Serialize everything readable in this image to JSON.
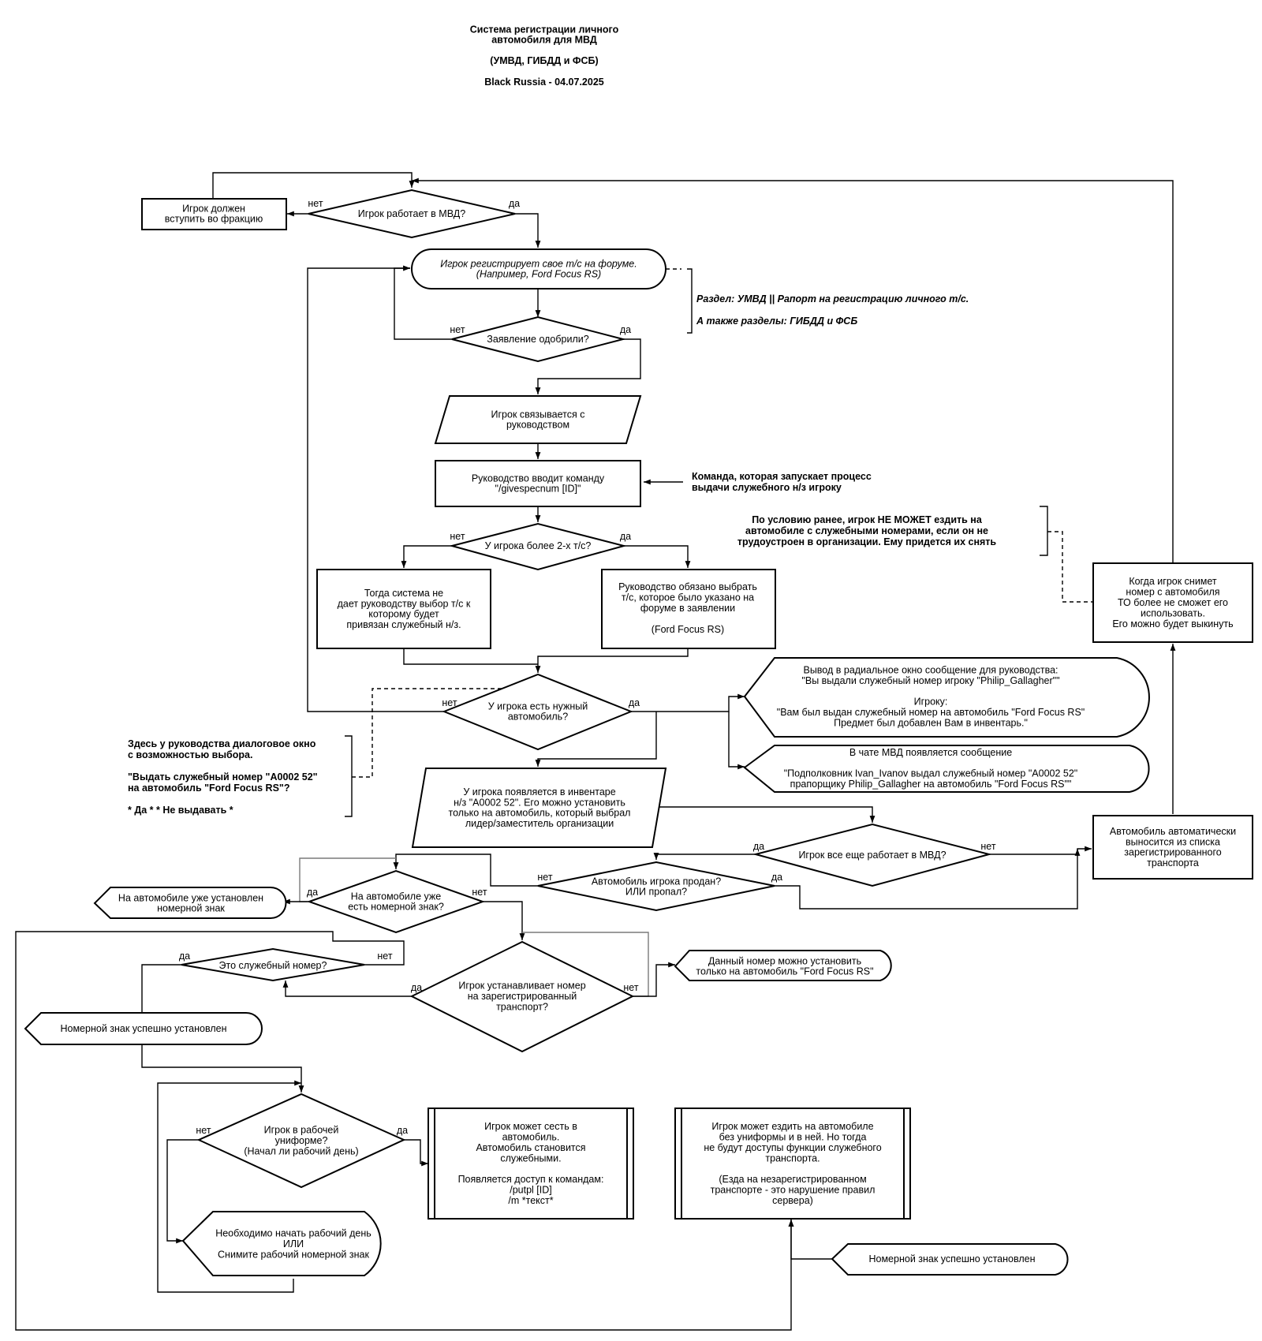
{
  "title": {
    "lines": [
      "Система регистрации личного",
      "автомобиля для МВД"
    ],
    "subtitle": "(УМВД, ГИБДД и ФСБ)",
    "footer": "Black Russia - 04.07.2025"
  },
  "nodes": {
    "d_mvd": {
      "lines": [
        "Игрок работает в МВД?"
      ]
    },
    "must_join": {
      "lines": [
        "Игрок должен",
        "вступить во фракцию"
      ]
    },
    "forum_reg": {
      "lines": [
        "Игрок регистрирует свое т/с на форуме.",
        "(Например, Ford Focus RS)"
      ]
    },
    "d_approved": {
      "lines": [
        "Заявление одобрили?"
      ]
    },
    "contact": {
      "lines": [
        "Игрок связывается с",
        "руководством"
      ]
    },
    "command": {
      "lines": [
        "Руководство вводит команду",
        "\"/givespecnum [ID]\""
      ]
    },
    "d_two_cars": {
      "lines": [
        "У игрока более 2-х т/с?"
      ]
    },
    "no_choice": {
      "lines": [
        "Тогда система не",
        "дает руководству выбор т/с к",
        "которому будет",
        "привязан служебный н/з."
      ]
    },
    "must_choose": {
      "lines": [
        "Руководство обязано выбрать",
        "т/с, которое было указано на",
        "форуме в заявлении",
        "",
        "(Ford Focus RS)"
      ]
    },
    "d_needed_car": {
      "lines": [
        "У игрока есть нужный",
        "автомобиль?"
      ]
    },
    "radial_msg": {
      "lines": [
        "Вывод в радиальное окно сообщение для руководства:",
        "\"Вы выдали служебный номер игроку \"Philip_Gallagher\"\"",
        "",
        "Игроку:",
        "\"Вам был выдан служебный номер на автомобиль \"Ford Focus RS\"",
        "Предмет был добавлен Вам в инвентарь.\""
      ]
    },
    "chat_msg": {
      "lines": [
        "В чате МВД появляется сообщение",
        "",
        "\"Подполковник Ivan_Ivanov выдал служебный номер \"A0002 52\"",
        "прапорщику Philip_Gallagher на автомобиль \"Ford Focus RS\"\""
      ]
    },
    "inventory": {
      "lines": [
        "У игрока появляется в инвентаре",
        "н/з \"A0002 52\". Его можно установить",
        "только на автомобиль, который выбрал",
        "лидер/заместитель организации"
      ]
    },
    "d_still_mvd": {
      "lines": [
        "Игрок все еще работает в МВД?"
      ]
    },
    "auto_removed": {
      "lines": [
        "Автомобиль автоматически",
        "выносится из списка",
        "зарегистрированного",
        "транспорта"
      ]
    },
    "plate_removed": {
      "lines": [
        "Когда игрок снимет",
        "номер с автомобиля",
        "ТО более не сможет его",
        "использовать.",
        "Его можно будет выкинуть"
      ]
    },
    "d_sold": {
      "lines": [
        "Автомобиль игрока продан?",
        "ИЛИ пропал?"
      ]
    },
    "d_has_plate": {
      "lines": [
        "На автомобиле уже",
        "есть номерной знак?"
      ]
    },
    "already_plate": {
      "lines": [
        "На автомобиле уже установлен",
        "номерной знак"
      ]
    },
    "d_service_num": {
      "lines": [
        "Это служебный номер?"
      ]
    },
    "d_install": {
      "lines": [
        "Игрок устанавливает номер",
        "на зарегистрированный",
        "транспорт?"
      ]
    },
    "only_focus": {
      "lines": [
        "Данный номер можно установить",
        "только на автомобиль \"Ford Focus RS\""
      ]
    },
    "installed_1": {
      "lines": [
        "Номерной знак успешно установлен"
      ]
    },
    "d_uniform": {
      "lines": [
        "Игрок в рабочей",
        "униформе?",
        "(Начал ли рабочий день)"
      ]
    },
    "can_sit": {
      "lines": [
        "Игрок может сесть в",
        "автомобиль.",
        "Автомобиль становится",
        "служебными.",
        "",
        "Появляется доступ к командам:",
        "/putpl [ID]",
        "/m *текст*"
      ]
    },
    "can_drive": {
      "lines": [
        "Игрок может ездить на автомобиле",
        "без униформы и в ней. Но тогда",
        "не будут доступы функции служебного",
        "транспорта.",
        "",
        "(Езда на незарегистрированном",
        "транспорте - это нарушение правил",
        "сервера)"
      ]
    },
    "start_day": {
      "lines": [
        "Необходимо начать рабочий день",
        "ИЛИ",
        "Снимите рабочий номерной знак"
      ]
    },
    "installed_2": {
      "lines": [
        "Номерной знак успешно установлен"
      ]
    }
  },
  "notes": {
    "section": {
      "lines": [
        "Раздел: УМВД || Рапорт на регистрацию личного т/с.",
        "",
        "А также разделы: ГИБДД и ФСБ"
      ]
    },
    "command_note": {
      "lines": [
        "Команда, которая запускает процесс",
        "выдачи служебного н/з игроку"
      ]
    },
    "condition_note": {
      "lines": [
        "По условию ранее, игрок НЕ МОЖЕТ ездить на",
        "автомобиле с служебными номерами, если он не",
        "трудоустроен в организации. Ему придется их снять"
      ]
    },
    "dialog_note": {
      "lines": [
        "Здесь у руководства диалоговое окно",
        "с возможностью выбора.",
        "",
        "\"Выдать служебный номер \"A0002 52\"",
        "на автомобиль \"Ford Focus RS\"?",
        "",
        "* Да *            * Не выдавать *"
      ]
    }
  },
  "labels": {
    "yes": "да",
    "no": "нет"
  }
}
